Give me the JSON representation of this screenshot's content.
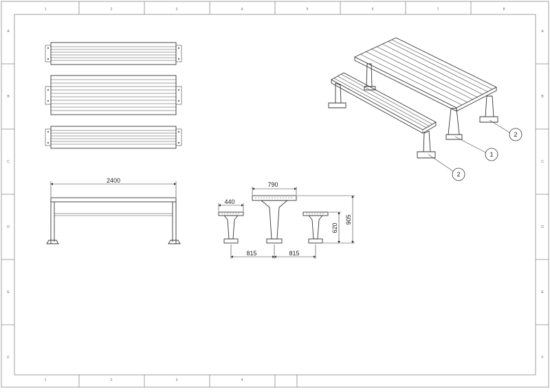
{
  "drawing": {
    "columns": [
      "1",
      "2",
      "3",
      "4",
      "5",
      "6",
      "7",
      "8"
    ],
    "bottom_columns": [
      "1",
      "2",
      "3",
      "4"
    ],
    "rows": [
      "A",
      "B",
      "C",
      "D",
      "E",
      "F"
    ]
  },
  "dimensions": {
    "length": "2400",
    "table_width": "790",
    "bench_width": "440",
    "spacing_left": "815",
    "spacing_right": "815",
    "seat_height": "620",
    "table_height": "905"
  },
  "balloons": {
    "table": "1",
    "bench_rear": "2",
    "bench_front": "2"
  }
}
